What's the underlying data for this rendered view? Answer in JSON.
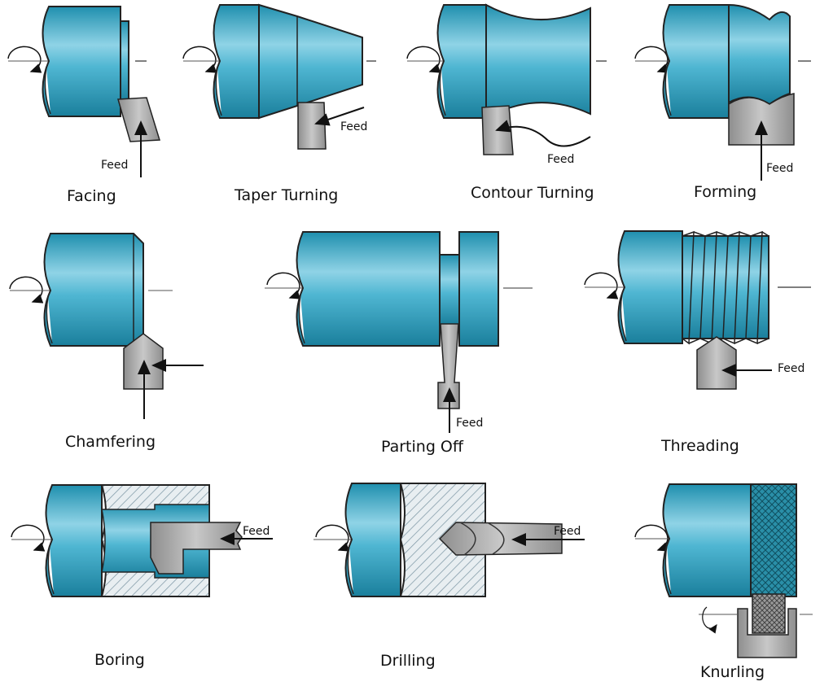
{
  "operations": [
    {
      "id": "facing",
      "caption": "Facing",
      "feed": "Feed"
    },
    {
      "id": "taper",
      "caption": "Taper Turning",
      "feed": "Feed"
    },
    {
      "id": "contour",
      "caption": "Contour Turning",
      "feed": "Feed"
    },
    {
      "id": "forming",
      "caption": "Forming",
      "feed": "Feed"
    },
    {
      "id": "chamfering",
      "caption": "Chamfering"
    },
    {
      "id": "parting",
      "caption": "Parting Off",
      "feed": "Feed"
    },
    {
      "id": "threading",
      "caption": "Threading",
      "feed": "Feed"
    },
    {
      "id": "boring",
      "caption": "Boring",
      "feed": "Feed"
    },
    {
      "id": "drilling",
      "caption": "Drilling",
      "feed": "Feed"
    },
    {
      "id": "knurling",
      "caption": "Knurling"
    }
  ],
  "colors": {
    "workpiece": "#2a9fbd",
    "tool": "#a9a9a9",
    "outline": "#222222",
    "hatch": "#7f98a6"
  }
}
